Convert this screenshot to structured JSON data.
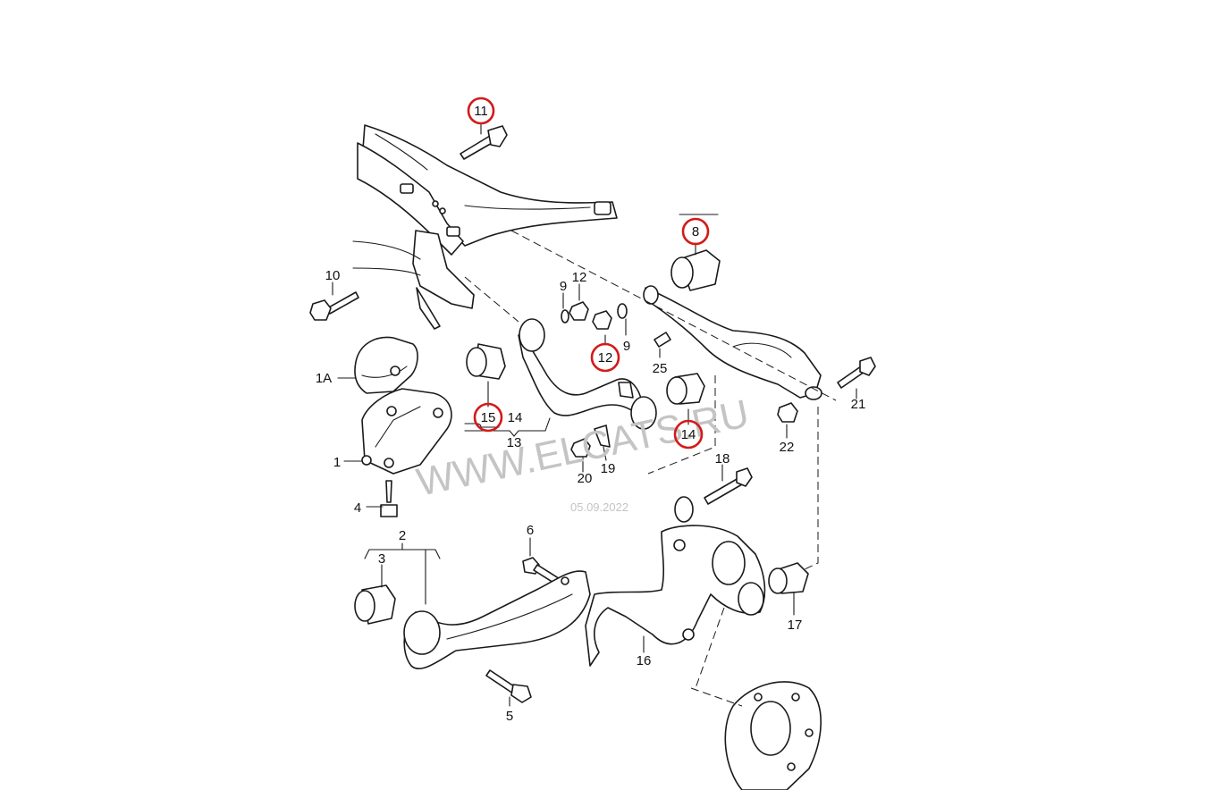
{
  "labels": {
    "l11": "11",
    "l8": "8",
    "l10": "10",
    "l9a": "9",
    "l12a": "12",
    "l12b": "12",
    "l9b": "9",
    "l25": "25",
    "l1A": "1A",
    "l15": "15",
    "l14a": "14",
    "l13": "13",
    "l14b": "14",
    "l21": "21",
    "l22": "22",
    "l1": "1",
    "l20": "20",
    "l19": "19",
    "l18": "18",
    "l4": "4",
    "l2": "2",
    "l3": "3",
    "l6": "6",
    "l17": "17",
    "l16": "16",
    "l5": "5"
  },
  "highlighted": [
    "11",
    "8",
    "12",
    "15",
    "14"
  ],
  "highlight_color": "#d31a1a",
  "watermark": {
    "text": "WWW.ELCATS.RU",
    "date": "05.09.2022"
  }
}
